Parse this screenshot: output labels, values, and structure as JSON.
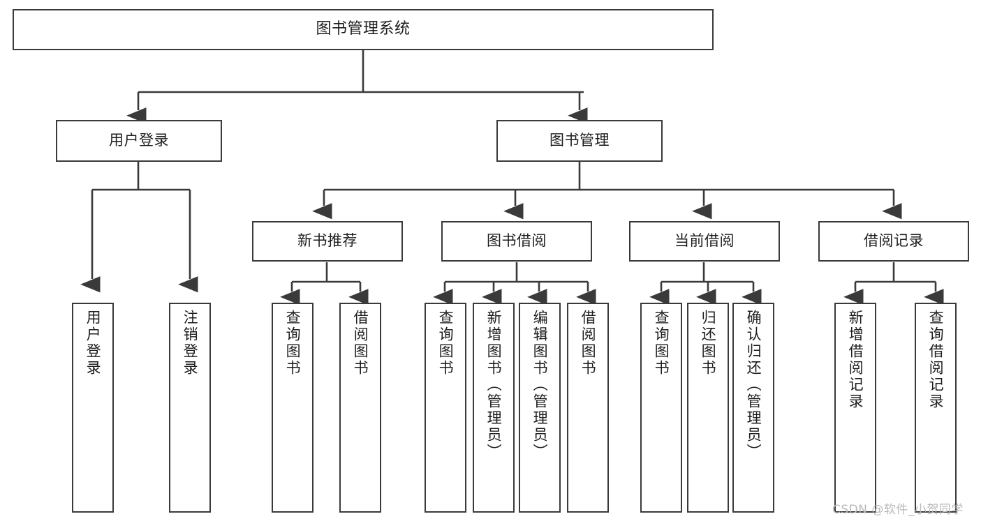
{
  "diagram": {
    "title": "图书管理系统",
    "type": "tree-hierarchy-chart",
    "levels": {
      "root": {
        "label": "图书管理系统"
      },
      "level2": [
        {
          "label": "用户登录"
        },
        {
          "label": "图书管理"
        }
      ],
      "level3": [
        {
          "label": "新书推荐"
        },
        {
          "label": "图书借阅"
        },
        {
          "label": "当前借阅"
        },
        {
          "label": "借阅记录"
        }
      ],
      "leaves_user_login": [
        {
          "label": "用户登录"
        },
        {
          "label": "注销登录"
        }
      ],
      "leaves_new_book": [
        {
          "label": "查询图书"
        },
        {
          "label": "借阅图书"
        }
      ],
      "leaves_book_borrow": [
        {
          "label": "查询图书"
        },
        {
          "label": "新增图书（管理员）"
        },
        {
          "label": "编辑图书（管理员）"
        },
        {
          "label": "借阅图书"
        }
      ],
      "leaves_current_borrow": [
        {
          "label": "查询图书"
        },
        {
          "label": "归还图书"
        },
        {
          "label": "确认归还（管理员）"
        }
      ],
      "leaves_borrow_record": [
        {
          "label": "新增借阅记录"
        },
        {
          "label": "查询借阅记录"
        }
      ]
    }
  },
  "watermark": {
    "text": "CSDN @软件_小贺同学"
  },
  "colors": {
    "border": "#3a3a3a",
    "text": "#1d1d1d",
    "background": "#ffffff",
    "watermark": "#b9b9b9"
  }
}
